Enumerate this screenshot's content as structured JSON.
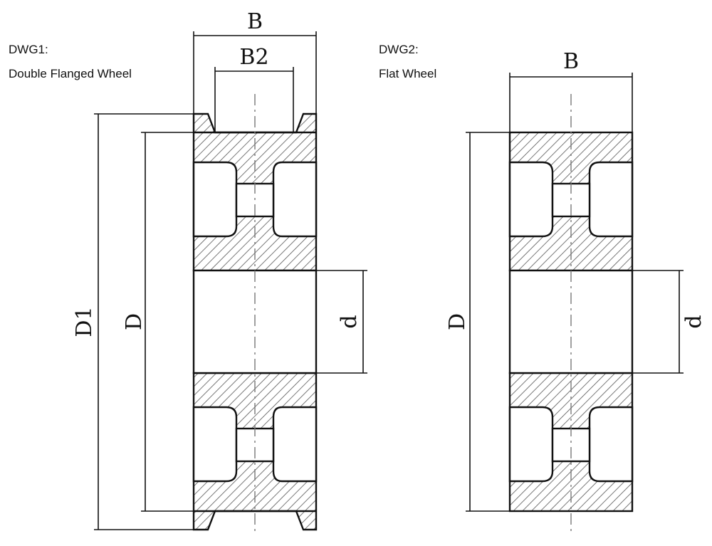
{
  "dwg1": {
    "label": "DWG1:",
    "title": "Double Flanged Wheel",
    "dims": {
      "B": "B",
      "B2": "B2",
      "D1": "D1",
      "D": "D",
      "d": "d"
    }
  },
  "dwg2": {
    "label": "DWG2:",
    "title": "Flat Wheel",
    "dims": {
      "B": "B",
      "D": "D",
      "d": "d"
    }
  }
}
